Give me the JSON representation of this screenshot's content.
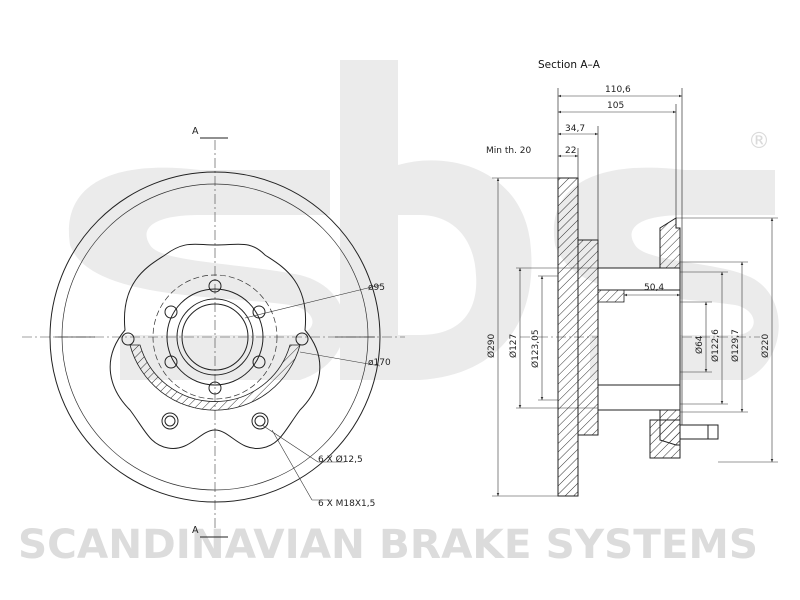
{
  "brand": {
    "logo_text": "sbs",
    "registered_mark": "®",
    "tagline": "SCANDINAVIAN BRAKE SYSTEMS"
  },
  "section": {
    "title": "Section A–A",
    "cut_label_top": "A",
    "cut_label_bottom": "A"
  },
  "front_view": {
    "dim_pcd": "ø95",
    "dim_center": "ø170",
    "holes_small": "6 X Ø12,5",
    "holes_threaded": "6 X M18X1,5"
  },
  "side_view": {
    "dim_total_height": "110,6",
    "dim_height": "105",
    "dim_hat": "34,7",
    "min_thickness_label": "Min th. 20",
    "dim_thickness": "22",
    "dim_hub_depth": "50,4",
    "dia_outer": "Ø290",
    "dia_127": "Ø127",
    "dia_123": "Ø123,05",
    "dia_64": "Ø64",
    "dia_122": "Ø122,6",
    "dia_129": "Ø129,7",
    "dia_220": "Ø220"
  }
}
